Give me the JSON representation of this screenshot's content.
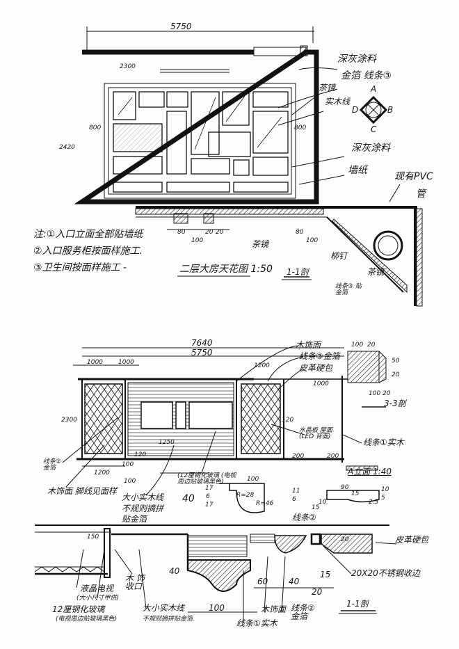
{
  "top_plan": {
    "dim_total": "5750",
    "dim_left_top": "2300",
    "dim_left_mid": "800",
    "dim_left_outer": "2420",
    "dim_right_mid": "800",
    "labels": {
      "dark_gray_paint_1": "深灰涂料",
      "gold_leaf_molding_3": "金箔 线条③",
      "tea_mirror": "茶镜",
      "solid_wood_line": "实木线",
      "dark_gray_paint_2": "深灰涂料",
      "wallpaper": "墙纸",
      "existing_pvc": "现有PVC",
      "pipe": "管"
    },
    "compass": {
      "a": "A",
      "b": "B",
      "c": "C",
      "d": "D"
    },
    "floor_dims": [
      "80",
      "100",
      "20",
      "20",
      "80",
      "100"
    ],
    "title": "二层大房天花图 1:50",
    "section_tag": "1-1剖",
    "detail_labels": {
      "tea_mirror_floor": "茶镜",
      "rivet": "柳钉",
      "tea_mirror_diag": "茶镜",
      "molding_gold": "线条③ 贴金箔"
    }
  },
  "notes": [
    "注:①入口立面全部贴墙纸",
    "②入口服务柜按面样施工.",
    "③卫生间按面样施工 -"
  ],
  "elevation": {
    "dim_total": "7640",
    "dim_inner": "5750",
    "dims_top": [
      "1000",
      "1000",
      "1200",
      "1000"
    ],
    "dim_height": "2300",
    "dims_bottom": [
      "1200",
      "100",
      "100",
      "1250",
      "120",
      "120",
      "200",
      "200"
    ],
    "labels": {
      "wood_veneer": "木饰面",
      "molding_3_gold": "线条③金箔",
      "leather_panel": "皮革硬包",
      "crystal_panel": "水晶板 屋面(LED 背面)",
      "molding_1_wood": "线条①实木",
      "molding_2_gold": "线条② 金箔",
      "skirting": "木饰面 脚线见面样",
      "wood_lines": "大小实木线 不规则摘拼 贴金箔",
      "glass_note": "(12厘钢化玻璃 (电视周边贴玻璃黑色)",
      "molding_2": "线条②"
    },
    "title": "A立面 1:40",
    "section_33": {
      "dims": [
        "100",
        "20",
        "50",
        "20",
        "100",
        "20"
      ],
      "title": "3-3剖"
    },
    "profile_dims": [
      "40",
      "17",
      "6",
      "17",
      "R=28",
      "R=46",
      "100",
      "90",
      "15",
      "10",
      "5",
      "11",
      "6",
      "10",
      "15",
      "2.3"
    ]
  },
  "section11": {
    "dims": [
      "150",
      "40",
      "100",
      "60",
      "40",
      "15",
      "20",
      "20"
    ],
    "labels": {
      "lcd_tv": "液晶电视",
      "lcd_tv_note": "(大小尺寸甲供)",
      "wood_trim": "木 饰收口",
      "glass": "12厘钢化玻璃",
      "glass_note": "(电视周边贴玻璃黑色)",
      "wood_lines": "大小实木线",
      "wood_lines_note": "不规则摘拼贴金箔.",
      "molding_1_wood": "线条①实木",
      "wood_veneer": "木饰面",
      "molding_2_gold": "线条② 金箔",
      "leather": "皮革硬包",
      "steel": "20X20不锈钢收边"
    },
    "title": "1-1剖"
  }
}
